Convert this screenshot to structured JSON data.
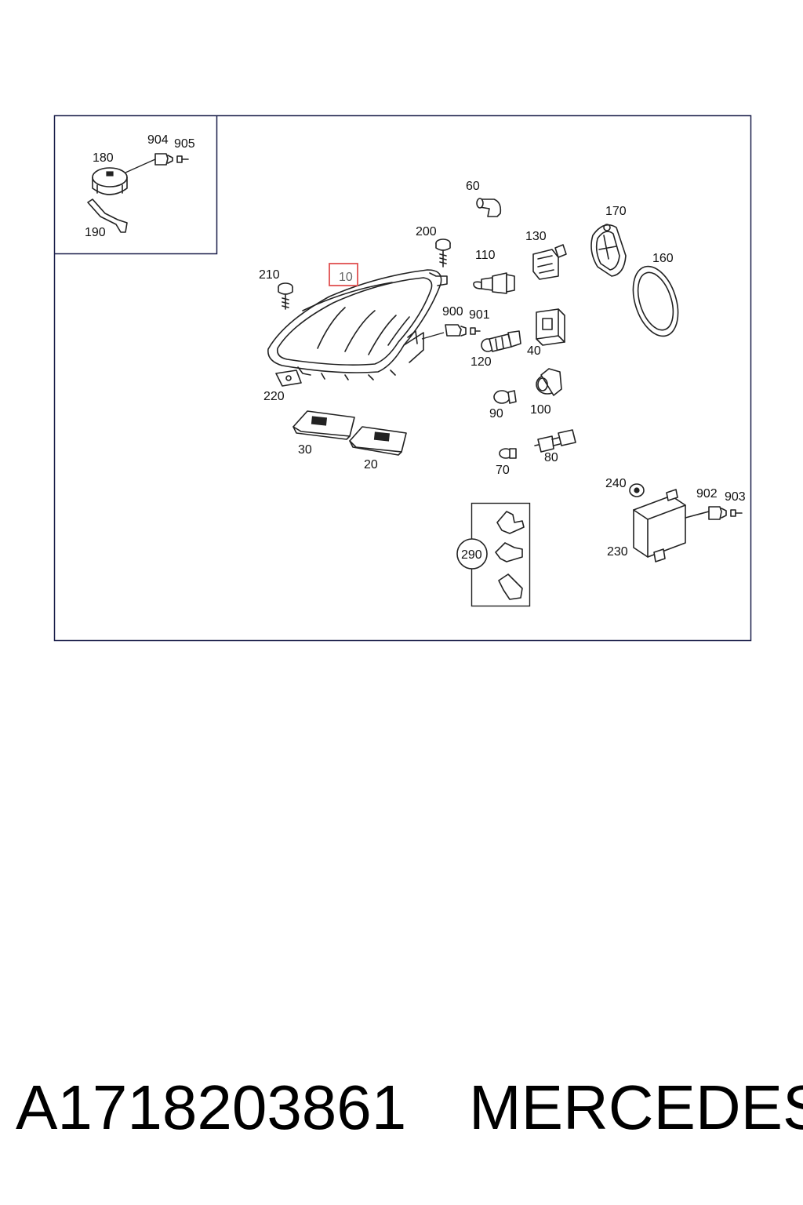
{
  "diagram": {
    "labels": {
      "p10": "10",
      "p20": "20",
      "p30": "30",
      "p40": "40",
      "p60": "60",
      "p70": "70",
      "p80": "80",
      "p90": "90",
      "p100": "100",
      "p110": "110",
      "p120": "120",
      "p130": "130",
      "p160": "160",
      "p170": "170",
      "p180": "180",
      "p190": "190",
      "p200": "200",
      "p210": "210",
      "p220": "220",
      "p230": "230",
      "p240": "240",
      "p290": "290",
      "p900": "900",
      "p901": "901",
      "p902": "902",
      "p903": "903",
      "p904": "904",
      "p905": "905"
    },
    "highlighted_part": "10"
  },
  "caption": {
    "part_number": "A1718203861",
    "brand": "MERCEDES"
  },
  "colors": {
    "line": "#222222",
    "frame": "#1a1f4a",
    "highlight": "#e05050"
  }
}
